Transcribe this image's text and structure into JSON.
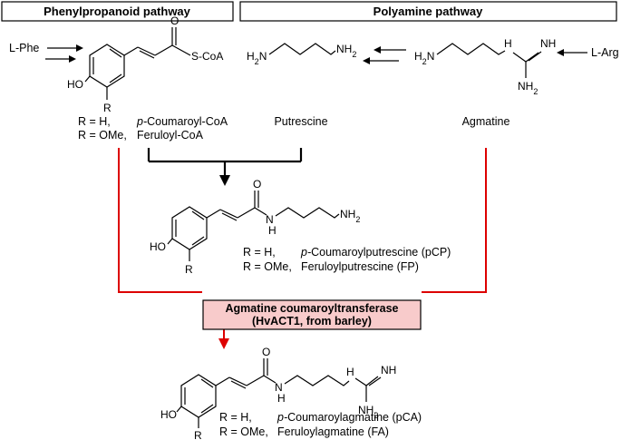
{
  "headers": {
    "phenylpropanoid": "Phenylpropanoid pathway",
    "polyamine": "Polyamine pathway"
  },
  "substrates": {
    "l_phe": "L-Phe",
    "l_arg": "L-Arg"
  },
  "atoms": {
    "o": "O",
    "s_coa": "S-CoA",
    "ho": "HO",
    "r": "R",
    "h2n_a": "H",
    "h2n_b": "N",
    "sub2": "2",
    "nh2_a": "NH",
    "n_h": "H",
    "nh": "NH",
    "n": "N",
    "h": "H"
  },
  "compounds": {
    "putrescine": "Putrescine",
    "agmatine": "Agmatine"
  },
  "acyl_coa": {
    "r_h": "R = H,",
    "r_ome": "R = OMe,",
    "p_prefix": "p-",
    "name_a": "Coumaroyl-CoA",
    "name_b": "Feruloyl-CoA"
  },
  "putrescine_conj": {
    "r_h": "R = H,",
    "r_ome": "R = OMe,",
    "p_prefix": "p-",
    "name_a": "Coumaroylputrescine (pCP)",
    "name_b": "Feruloylputrescine (FP)"
  },
  "agmatine_conj": {
    "r_h": "R = H,",
    "r_ome": "R = OMe,",
    "p_prefix": "p-",
    "name_a": "Coumaroylagmatine (pCA)",
    "name_b": "Feruloylagmatine (FA)"
  },
  "enzyme": {
    "name": "Agmatine coumaroyltransferase",
    "source": "(HvACT1, from barley)",
    "fill_color": "#f8cbcb",
    "line_color": "#dd0000"
  }
}
